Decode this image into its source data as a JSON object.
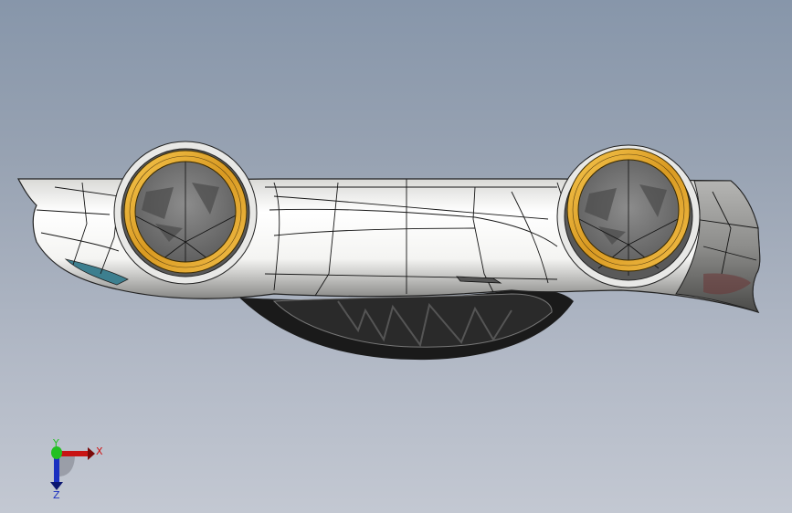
{
  "viewport": {
    "background_top": "#8796aa",
    "background_bottom": "#c3c8d2",
    "view": "bottom-view"
  },
  "model": {
    "name": "car-body",
    "body_color": "#f2f2f0",
    "mesh_line_color": "#111111",
    "wheel_ring_color": "#e3a72f",
    "wheel_well_color": "#7a7a7a",
    "glass_color": "#1c1c1c",
    "accent_teal": "#3d7f8f",
    "accent_red": "#8a1a1a"
  },
  "triad": {
    "x_label": "X",
    "y_label": "Y",
    "z_label": "Z",
    "x_color": "#d01010",
    "y_color": "#22c022",
    "z_color": "#1a2fc0"
  }
}
